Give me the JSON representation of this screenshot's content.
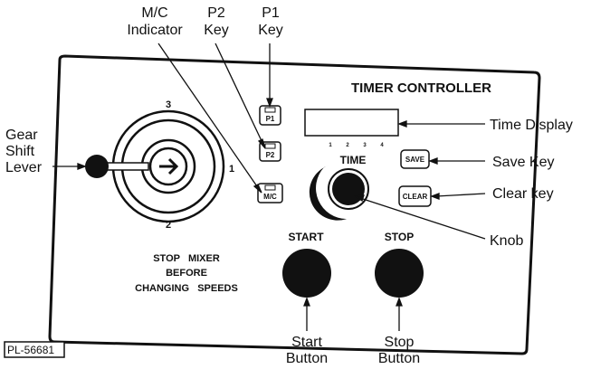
{
  "callouts": {
    "mc_indicator": [
      "M/C",
      "Indicator"
    ],
    "p2_key": [
      "P2",
      "Key"
    ],
    "p1_key": [
      "P1",
      "Key"
    ],
    "gear_shift_lever": [
      "Gear",
      "Shift",
      "Lever"
    ],
    "time_display": "Time Display",
    "save_key": "Save Key",
    "clear_key": "Clear key",
    "knob": "Knob",
    "start_button": [
      "Start",
      "Button"
    ],
    "stop_button": [
      "Stop",
      "Button"
    ]
  },
  "panel": {
    "title": "TIMER CONTROLLER",
    "keys": {
      "p1": "P1",
      "p2": "P2",
      "mc": "M/C",
      "save": "SAVE",
      "clear": "CLEAR"
    },
    "time_label": "TIME",
    "time_ticks": [
      "1",
      "2",
      "3",
      "4"
    ],
    "start_label": "START",
    "stop_label": "STOP",
    "gear_numbers": {
      "top": "3",
      "right": "1",
      "bottom": "2"
    },
    "warning": [
      "STOP   MIXER",
      "BEFORE",
      "CHANGING   SPEEDS"
    ]
  },
  "reference_id": "PL-56681"
}
